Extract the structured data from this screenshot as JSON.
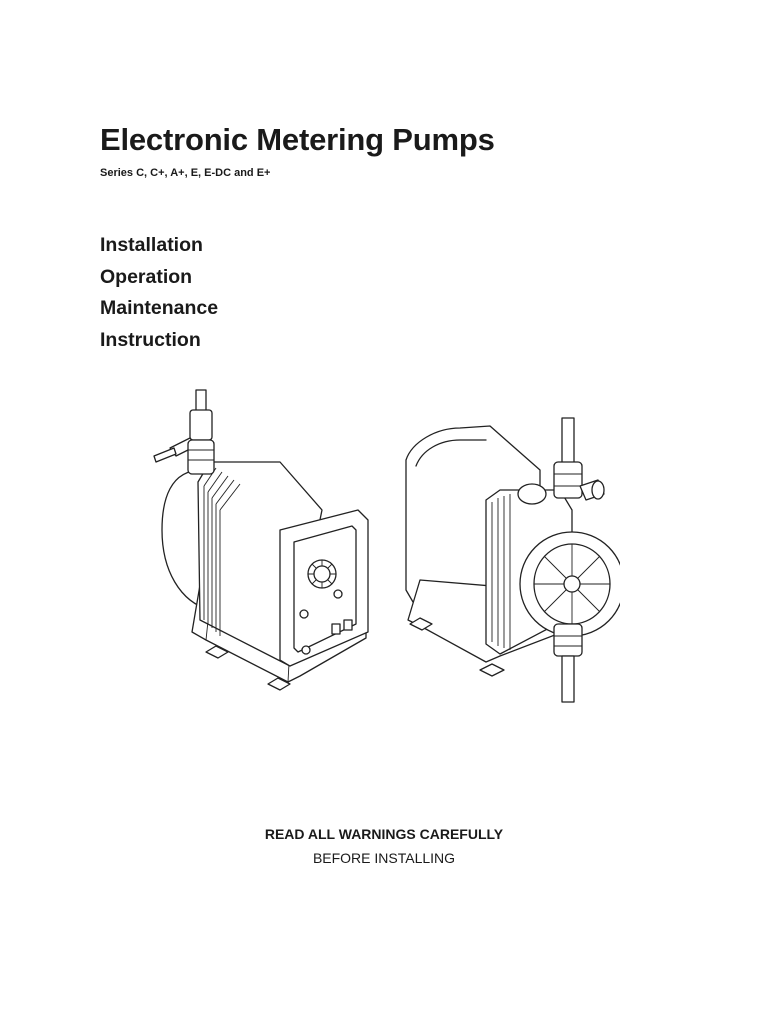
{
  "document": {
    "title": "Electronic Metering Pumps",
    "subtitle": "Series C, C+, A+, E, E-DC and E+",
    "sections": [
      "Installation",
      "Operation",
      "Maintenance",
      "Instruction"
    ]
  },
  "warning": {
    "line1": "READ ALL WARNINGS CAREFULLY",
    "line2": "BEFORE INSTALLING"
  }
}
